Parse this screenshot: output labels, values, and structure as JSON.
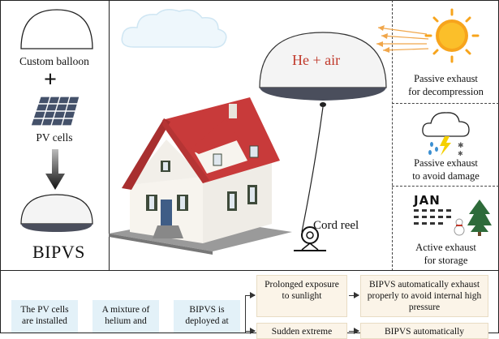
{
  "left_panel": {
    "custom_balloon": "Custom balloon",
    "plus": "+",
    "pv_cells": "PV cells",
    "result": "BIPVS"
  },
  "center_panel": {
    "balloon_label": "He + air",
    "cord_reel": "Cord reel"
  },
  "right_panel": {
    "top": {
      "line1": "Passive exhaust",
      "line2": "for decompression"
    },
    "middle": {
      "line1": "Passive exhaust",
      "line2": "to avoid damage"
    },
    "bottom": {
      "calendar": "JAN",
      "line1": "Active exhaust",
      "line2": "for storage"
    }
  },
  "process": {
    "steps": [
      "The PV cells are installed",
      "A mixture of helium and",
      "BIPVS is deployed at"
    ],
    "conditions": [
      "Prolonged exposure to sunlight",
      "Sudden extreme"
    ],
    "outcomes": [
      "BIPVS automatically exhaust properly to avoid internal high pressure",
      "BIPVS automatically"
    ]
  },
  "colors": {
    "balloon_fill": "#f4f4f4",
    "pv_band": "#4a4e5c",
    "box_blue": "#e3f1f8",
    "box_cream": "#fbf4e8",
    "roof": "#c83a3a",
    "sun": "#f7a41c",
    "text_red": "#c0392b"
  }
}
